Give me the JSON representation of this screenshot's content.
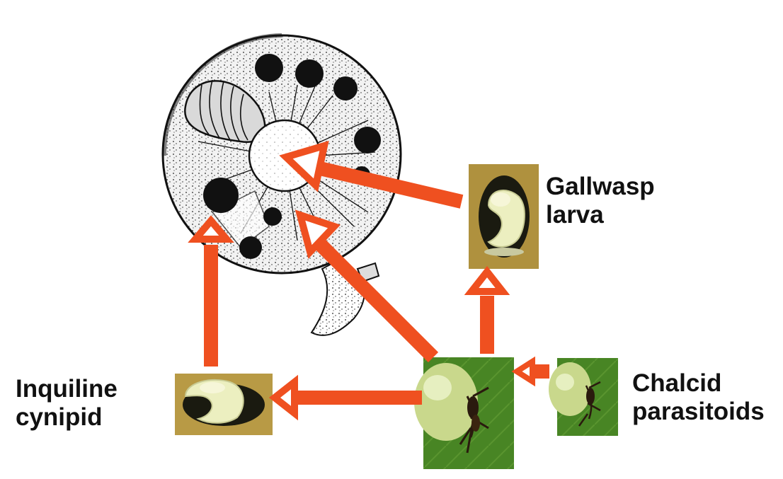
{
  "diagram": {
    "labels": {
      "gallwasp": [
        "Gallwasp",
        "larva"
      ],
      "inquiline": [
        "Inquiline",
        "cynipid"
      ],
      "chalcid": [
        "Chalcid",
        "parasitoids"
      ]
    },
    "colors": {
      "arrow": "#ef5020",
      "gall_fill": "#e8e8e8",
      "ink": "#111111",
      "leaf": "#4f8a28",
      "larva_bg": "#b89a45",
      "larva": "#ecefc0"
    },
    "icons": [
      "gall-cross-section-illustration",
      "larva-photo",
      "parasitoid-on-leaf-photo"
    ]
  }
}
